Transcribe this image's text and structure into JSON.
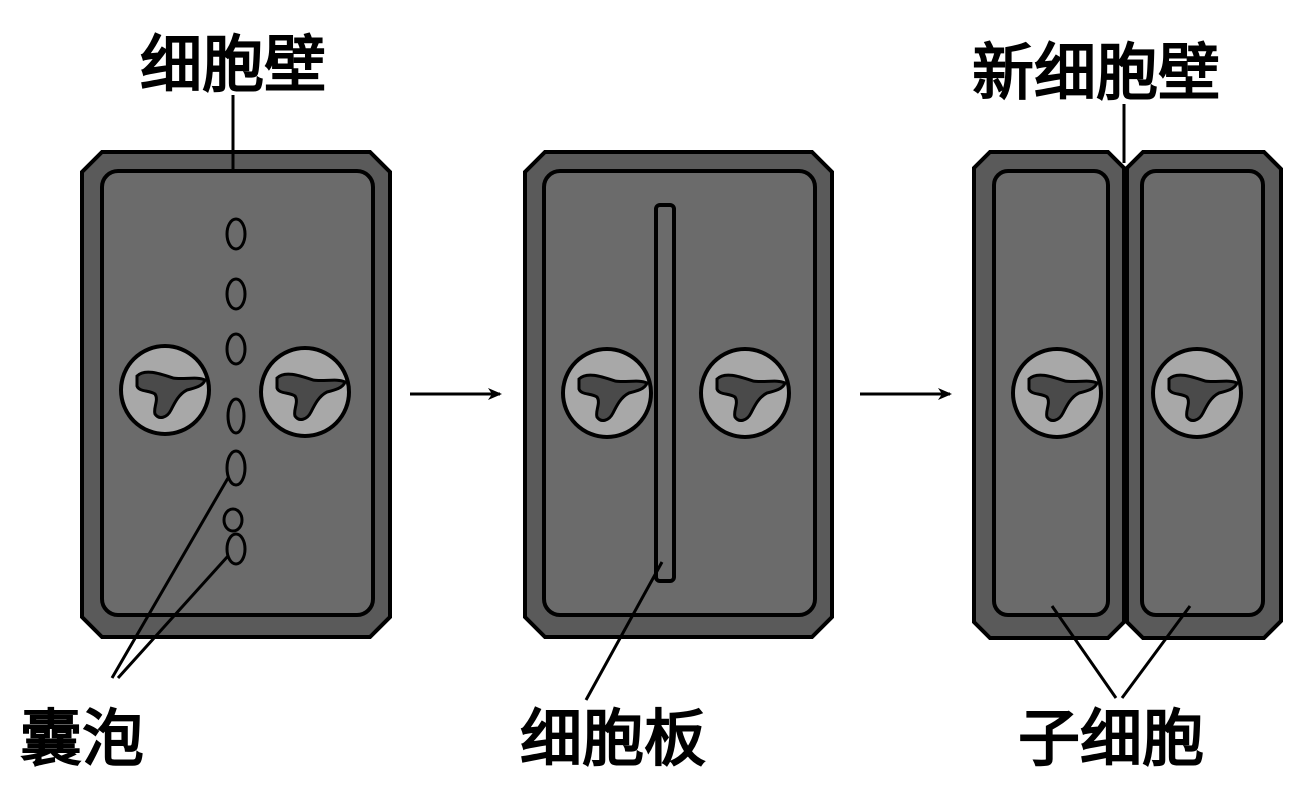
{
  "labels": {
    "cell_wall": "细胞壁",
    "vesicles": "囊泡",
    "cell_plate": "细胞板",
    "new_cell_wall": "新细胞壁",
    "daughter_cells": "子细胞"
  },
  "colors": {
    "wall": "#5a5a5a",
    "cytoplasm": "#6b6b6b",
    "nucleus": "#a8a8a8",
    "chromatin": "#4a4a4a",
    "outline": "#000000",
    "background": "#ffffff"
  },
  "icons": {
    "arrow": "right-arrow-icon"
  }
}
